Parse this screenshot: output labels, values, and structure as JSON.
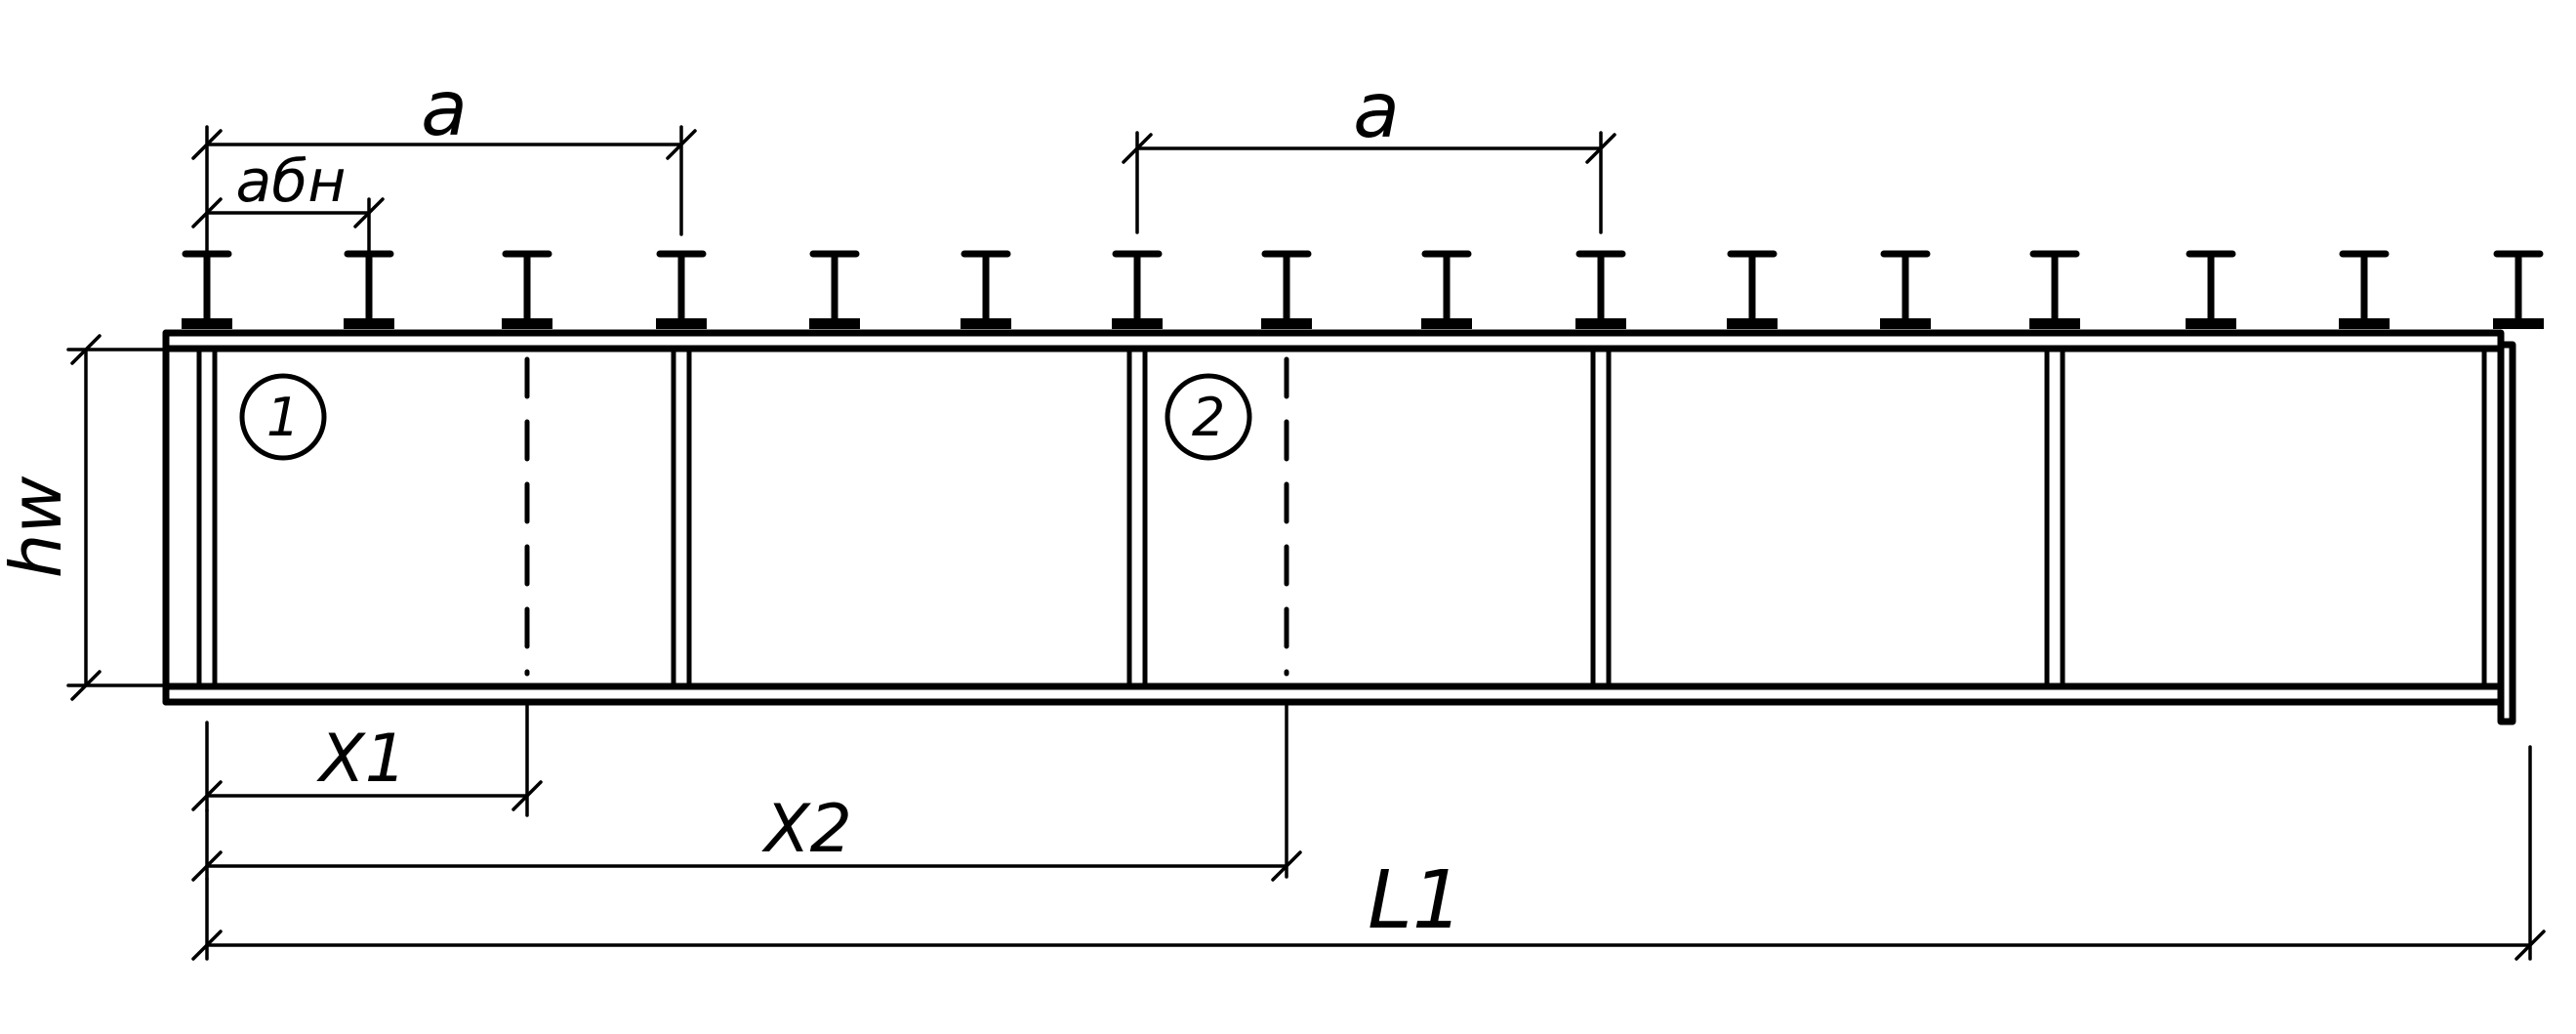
{
  "labels": {
    "a_left": "a",
    "a_first_panel": "aбн",
    "a_right": "a",
    "hw": "hw",
    "x1": "X1",
    "x2": "X2",
    "l1": "L1",
    "section_1": "1",
    "section_2": "2"
  }
}
